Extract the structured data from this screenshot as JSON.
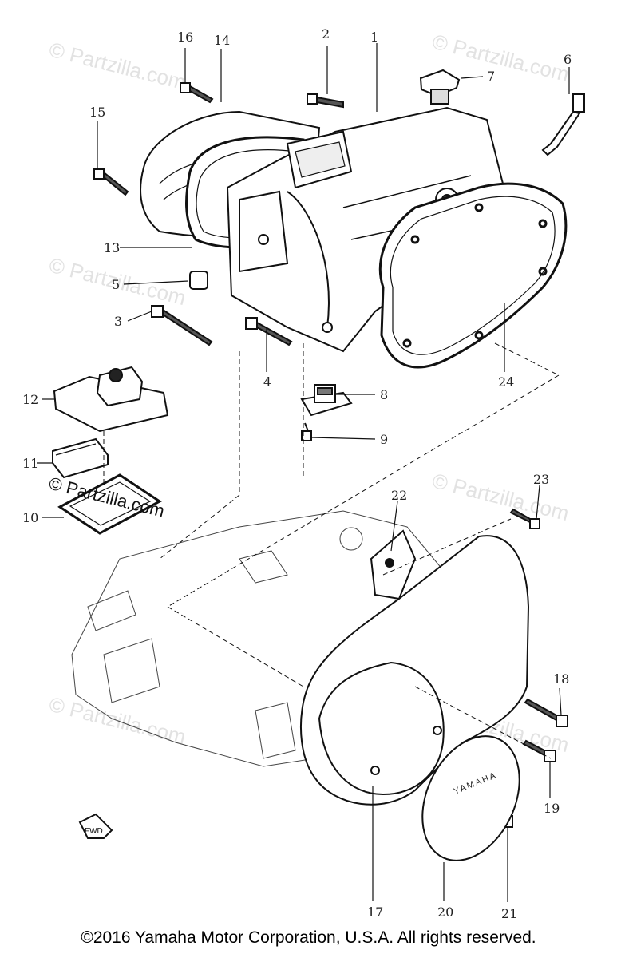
{
  "watermark": "© Partzilla.com",
  "copyright": "©2016 Yamaha Motor Corporation, U.S.A. All rights reserved.",
  "logo_text": "YAMAHA",
  "fwd_mark": "FWD",
  "callouts": {
    "c1": "1",
    "c2": "2",
    "c3": "3",
    "c4": "4",
    "c5": "5",
    "c6": "6",
    "c7": "7",
    "c8": "8",
    "c9": "9",
    "c10": "10",
    "c11": "11",
    "c12": "12",
    "c13": "13",
    "c14": "14",
    "c15": "15",
    "c16": "16",
    "c17": "17",
    "c18": "18",
    "c19": "19",
    "c20": "20",
    "c21": "21",
    "c22": "22",
    "c23": "23",
    "c24": "24"
  }
}
